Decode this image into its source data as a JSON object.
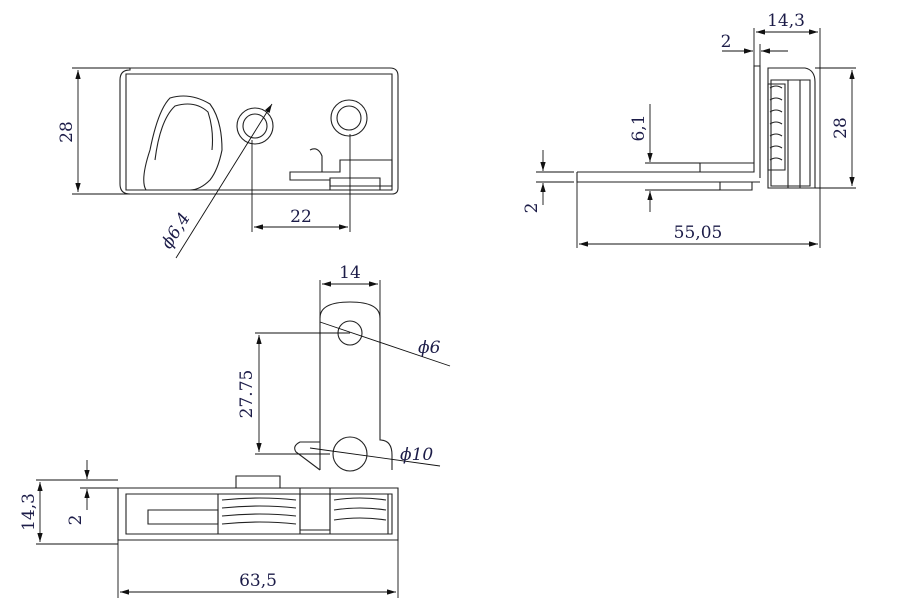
{
  "drawing": {
    "top_left_view": {
      "height": "28",
      "hole_spacing": "22",
      "hole_diameter": "ϕ6,4"
    },
    "top_right_view": {
      "depth": "14,3",
      "plate_thickness": "2",
      "offset": "6,1",
      "height": "28",
      "arm_thickness": "2",
      "length": "55,05"
    },
    "bottom_view": {
      "arm_width": "14",
      "hole_small": "ϕ6",
      "hole_distance": "27.75",
      "hole_large": "ϕ10",
      "height": "14,3",
      "thickness": "2",
      "length": "63,5"
    }
  }
}
